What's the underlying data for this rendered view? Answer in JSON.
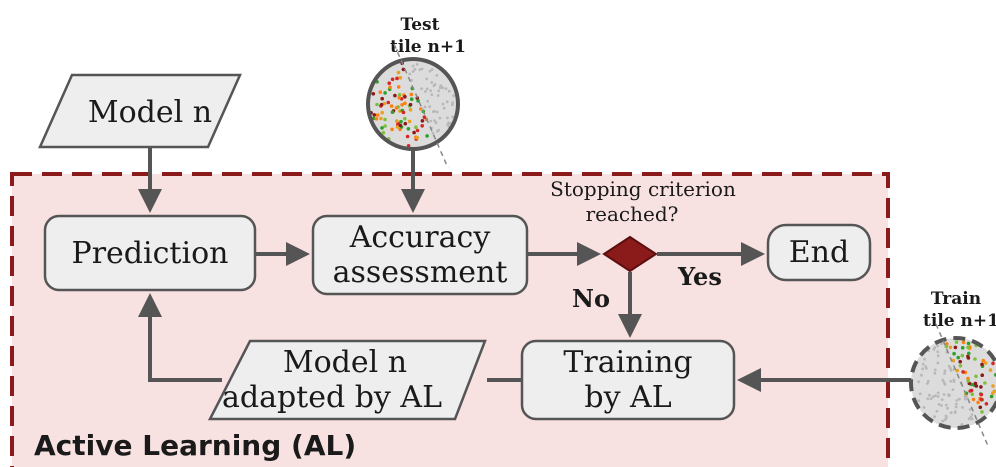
{
  "colors": {
    "al_region_fill": "#f8e1e1",
    "al_region_border": "#8b1a1a",
    "box_fill": "#eeeeee",
    "box_stroke": "#555555",
    "arrow": "#555555",
    "diamond_fill": "#8b1a1a",
    "tile_fill": "#dcdcdc"
  },
  "nodes": {
    "model_n": "Model n",
    "prediction": "Prediction",
    "accuracy_line1": "Accuracy",
    "accuracy_line2": "assessment",
    "stopping_line1": "Stopping criterion",
    "stopping_line2": "reached?",
    "end": "End",
    "training_line1": "Training",
    "training_line2": "by AL",
    "adapted_line1": "Model n",
    "adapted_line2": "adapted by AL"
  },
  "edge_labels": {
    "yes": "Yes",
    "no": "No"
  },
  "tiles": {
    "test_line1": "Test",
    "test_line2": "tile n+1",
    "train_line1": "Train",
    "train_line2": "tile n+1"
  },
  "region_label": "Active Learning (AL)"
}
